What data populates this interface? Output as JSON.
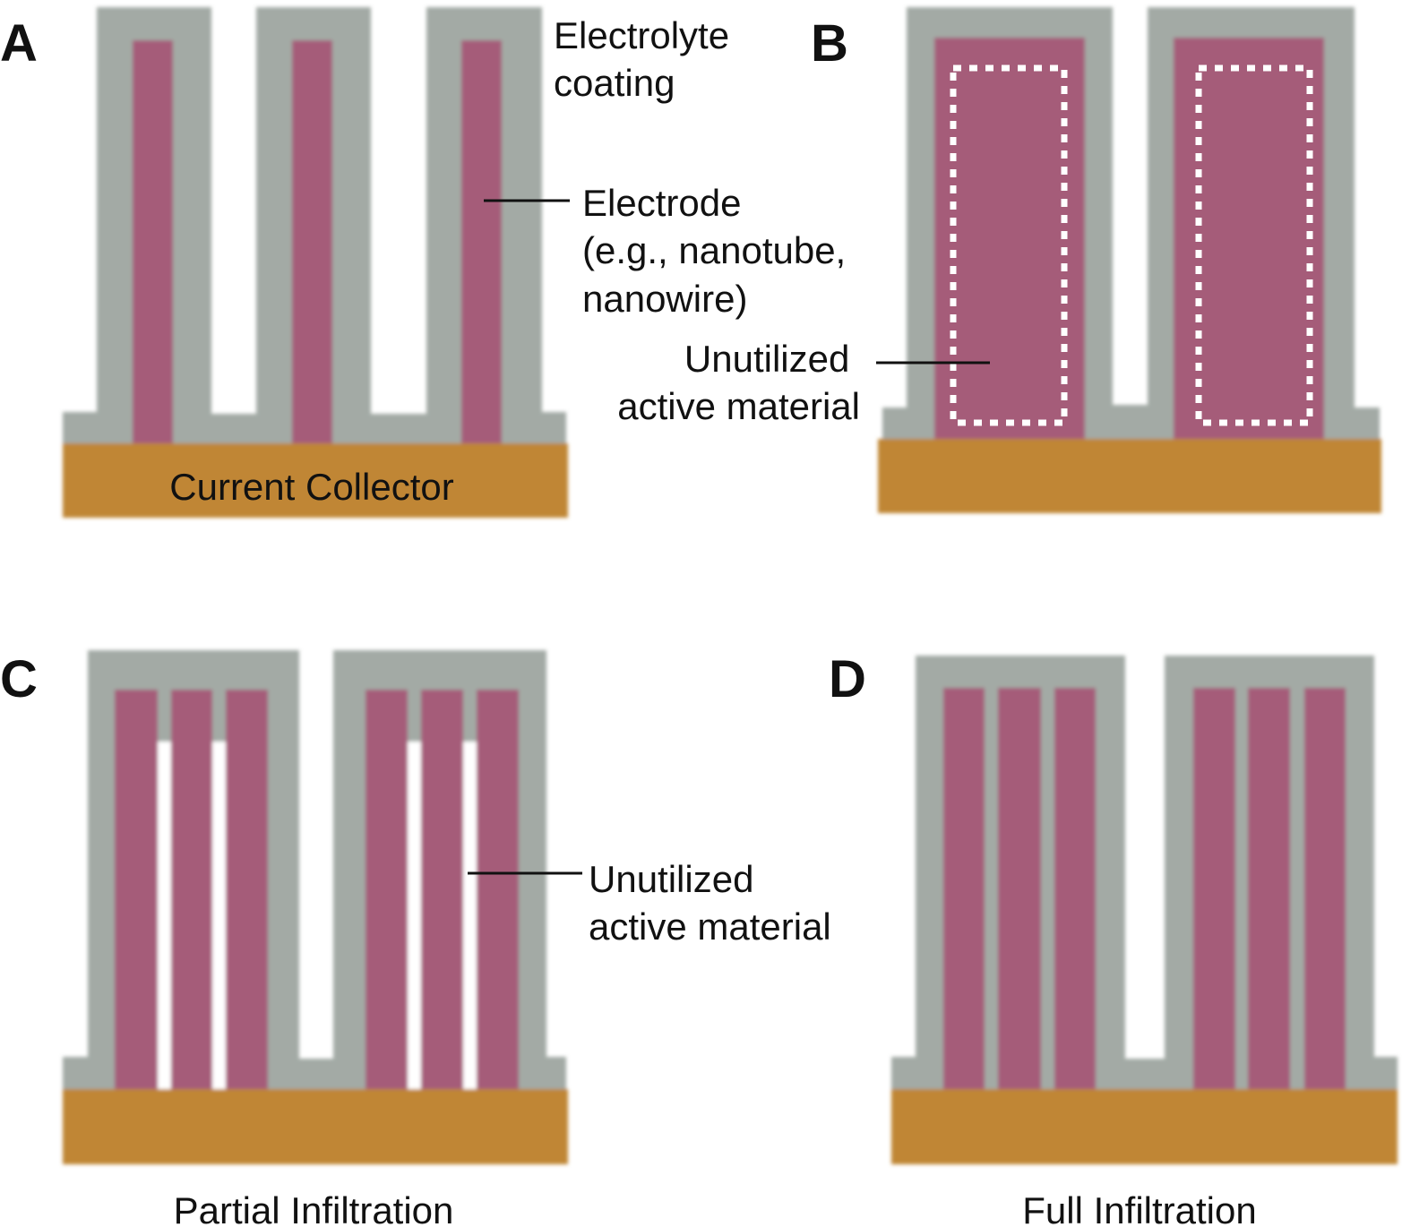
{
  "colors": {
    "electrolyte": "#a3aaa5",
    "electrode": "#a55c79",
    "collector": "#c08636",
    "dotted_outline": "#ffffff",
    "text": "#111111",
    "background": "#ffffff"
  },
  "panels": {
    "a": {
      "letter": "A",
      "collector_label": "Current Collector"
    },
    "b": {
      "letter": "B"
    },
    "c": {
      "letter": "C",
      "caption": "Partial Infiltration"
    },
    "d": {
      "letter": "D",
      "caption": "Full Infiltration"
    }
  },
  "annotations": {
    "electrolyte": [
      "Electrolyte",
      "coating"
    ],
    "electrode": [
      "Electrode",
      "(e.g., nanotube,",
      "nanowire)"
    ],
    "unutilized_b": [
      "Unutilized",
      "active material"
    ],
    "unutilized_c": [
      "Unutilized",
      "active material"
    ]
  }
}
